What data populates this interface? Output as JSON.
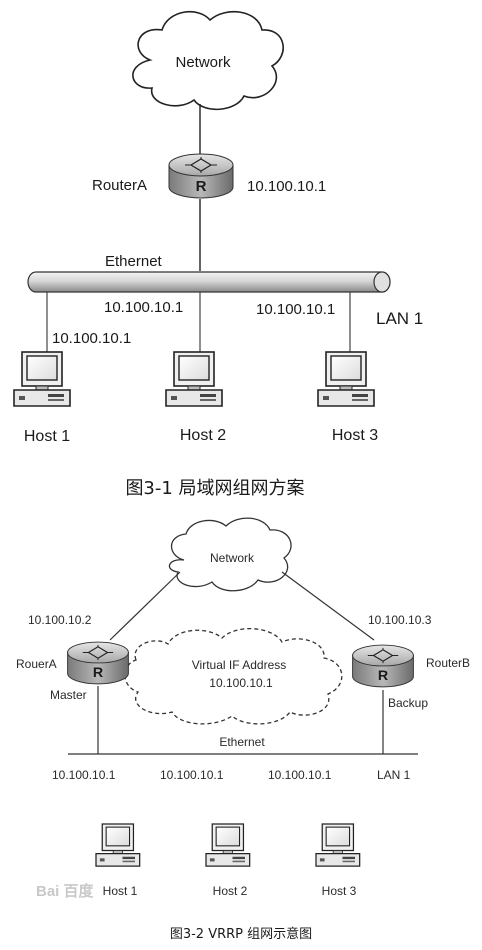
{
  "figure1": {
    "cloud_label": "Network",
    "router_name": "RouterA",
    "router_glyph": "R",
    "router_ip": "10.100.10.1",
    "bus_label": "Ethernet",
    "lan_label": "LAN 1",
    "host_ips": [
      "10.100.10.1",
      "10.100.10.1",
      "10.100.10.1"
    ],
    "hosts": [
      "Host 1",
      "Host 2",
      "Host 3"
    ],
    "caption": "图3-1  局域网组网方案"
  },
  "figure2": {
    "cloud_label": "Network",
    "router_a": {
      "name": "RouerA",
      "ip": "10.100.10.2",
      "role": "Master",
      "glyph": "R"
    },
    "router_b": {
      "name": "RouterB",
      "ip": "10.100.10.3",
      "role": "Backup",
      "glyph": "R"
    },
    "virtual_label": "Virtual IF Address",
    "virtual_ip": "10.100.10.1",
    "bus_label": "Ethernet",
    "lan_label": "LAN 1",
    "host_ips": [
      "10.100.10.1",
      "10.100.10.1",
      "10.100.10.1"
    ],
    "hosts": [
      "Host 1",
      "Host 2",
      "Host 3"
    ],
    "caption": "图3-2  VRRP 组网示意图"
  },
  "watermark": "Bai 百度"
}
